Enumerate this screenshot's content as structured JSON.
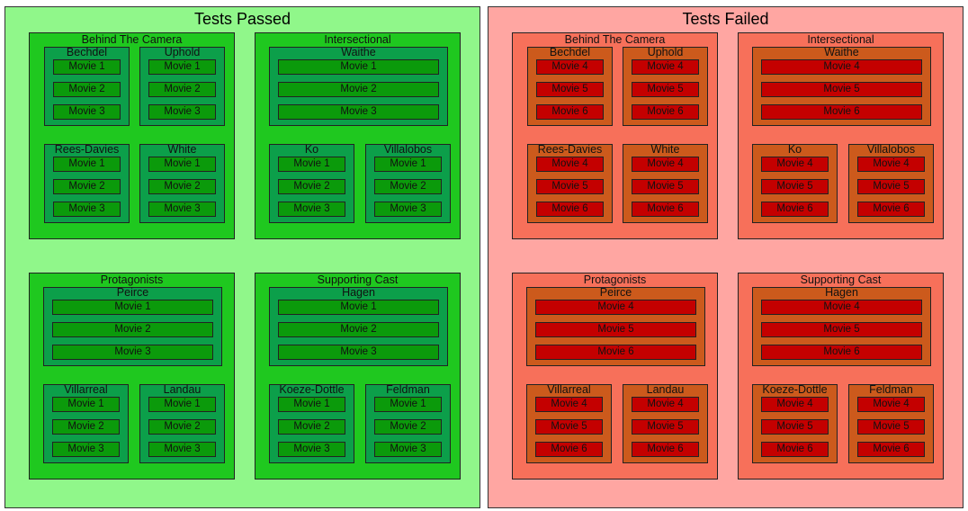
{
  "panels": [
    {
      "title": "Tests Passed",
      "colors": {
        "panel": "#90f78a",
        "category": "#1fc81f",
        "sub": "#0c9f4a",
        "movie": "#0b9a0b"
      },
      "categories": [
        {
          "name": "Behind The Camera",
          "layout": "grid",
          "subs": [
            {
              "name": "Bechdel",
              "movies": [
                "Movie 1",
                "Movie 2",
                "Movie 3"
              ]
            },
            {
              "name": "Uphold",
              "movies": [
                "Movie 1",
                "Movie 2",
                "Movie 3"
              ]
            },
            {
              "name": "Rees-Davies",
              "movies": [
                "Movie 1",
                "Movie 2",
                "Movie 3"
              ]
            },
            {
              "name": "White",
              "movies": [
                "Movie 1",
                "Movie 2",
                "Movie 3"
              ]
            }
          ]
        },
        {
          "name": "Intersectional",
          "layout": "wide",
          "subs": [
            {
              "name": "Waithe",
              "movies": [
                "Movie 1",
                "Movie 2",
                "Movie 3"
              ]
            },
            {
              "name": "Ko",
              "movies": [
                "Movie 1",
                "Movie 2",
                "Movie 3"
              ]
            },
            {
              "name": "Villalobos",
              "movies": [
                "Movie 1",
                "Movie 2",
                "Movie 3"
              ]
            }
          ]
        },
        {
          "name": "Protagonists",
          "layout": "wide",
          "subs": [
            {
              "name": "Peirce",
              "movies": [
                "Movie 1",
                "Movie 2",
                "Movie 3"
              ]
            },
            {
              "name": "Villarreal",
              "movies": [
                "Movie 1",
                "Movie 2",
                "Movie 3"
              ]
            },
            {
              "name": "Landau",
              "movies": [
                "Movie 1",
                "Movie 2",
                "Movie 3"
              ]
            }
          ]
        },
        {
          "name": "Supporting Cast",
          "layout": "wide",
          "subs": [
            {
              "name": "Hagen",
              "movies": [
                "Movie 1",
                "Movie 2",
                "Movie 3"
              ]
            },
            {
              "name": "Koeze-Dottle",
              "movies": [
                "Movie 1",
                "Movie 2",
                "Movie 3"
              ]
            },
            {
              "name": "Feldman",
              "movies": [
                "Movie 1",
                "Movie 2",
                "Movie 3"
              ]
            }
          ]
        }
      ]
    },
    {
      "title": "Tests Failed",
      "colors": {
        "panel": "#ffa6a2",
        "category": "#f7705a",
        "sub": "#cc5a1c",
        "movie": "#c40000"
      },
      "categories": [
        {
          "name": "Behind The Camera",
          "layout": "grid",
          "subs": [
            {
              "name": "Bechdel",
              "movies": [
                "Movie 4",
                "Movie 5",
                "Movie 6"
              ]
            },
            {
              "name": "Uphold",
              "movies": [
                "Movie 4",
                "Movie 5",
                "Movie 6"
              ]
            },
            {
              "name": "Rees-Davies",
              "movies": [
                "Movie 4",
                "Movie 5",
                "Movie 6"
              ]
            },
            {
              "name": "White",
              "movies": [
                "Movie 4",
                "Movie 5",
                "Movie 6"
              ]
            }
          ]
        },
        {
          "name": "Intersectional",
          "layout": "wide",
          "subs": [
            {
              "name": "Waithe",
              "movies": [
                "Movie 4",
                "Movie 5",
                "Movie 6"
              ]
            },
            {
              "name": "Ko",
              "movies": [
                "Movie 4",
                "Movie 5",
                "Movie 6"
              ]
            },
            {
              "name": "Villalobos",
              "movies": [
                "Movie 4",
                "Movie 5",
                "Movie 6"
              ]
            }
          ]
        },
        {
          "name": "Protagonists",
          "layout": "wide",
          "subs": [
            {
              "name": "Peirce",
              "movies": [
                "Movie 4",
                "Movie 5",
                "Movie 6"
              ]
            },
            {
              "name": "Villarreal",
              "movies": [
                "Movie 4",
                "Movie 5",
                "Movie 6"
              ]
            },
            {
              "name": "Landau",
              "movies": [
                "Movie 4",
                "Movie 5",
                "Movie 6"
              ]
            }
          ]
        },
        {
          "name": "Supporting Cast",
          "layout": "wide",
          "subs": [
            {
              "name": "Hagen",
              "movies": [
                "Movie 4",
                "Movie 5",
                "Movie 6"
              ]
            },
            {
              "name": "Koeze-Dottle",
              "movies": [
                "Movie 4",
                "Movie 5",
                "Movie 6"
              ]
            },
            {
              "name": "Feldman",
              "movies": [
                "Movie 4",
                "Movie 5",
                "Movie 6"
              ]
            }
          ]
        }
      ]
    }
  ]
}
